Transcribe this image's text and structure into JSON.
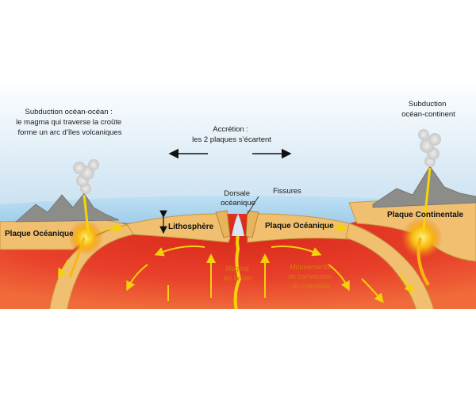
{
  "labels": {
    "subduction_ocean_ocean": [
      "Subduction océan-océan :",
      "le magma qui traverse la croûte",
      "forme un arc d’îles volcaniques"
    ],
    "accretion": [
      "Accrétion :",
      "les 2 plaques s’écartent"
    ],
    "subduction_ocean_continent": [
      "Subduction",
      "océan-continent"
    ],
    "dorsale": [
      "Dorsale",
      "océanique"
    ],
    "fissures": "Fissures",
    "lithosphere": "Lithosphère",
    "plaque_oceanique_left": "Plaque  Océanique",
    "plaque_oceanique_right": "Plaque Océanique",
    "plaque_continentale": "Plaque  Continentale",
    "magma": [
      "Magma",
      "en fusion"
    ],
    "convection": [
      "Mouvements",
      "de convection",
      "du manteau"
    ]
  },
  "colors": {
    "sky": "#cfe4f2",
    "ocean": "#a9d2ec",
    "mantle": "#e63a26",
    "plate": "#f0c070",
    "plate_edge": "#c7963f",
    "lava": "#f7d40a",
    "arrow": "#f4d10d",
    "mountain": "#8c8c88",
    "black_arrow": "#111111"
  }
}
